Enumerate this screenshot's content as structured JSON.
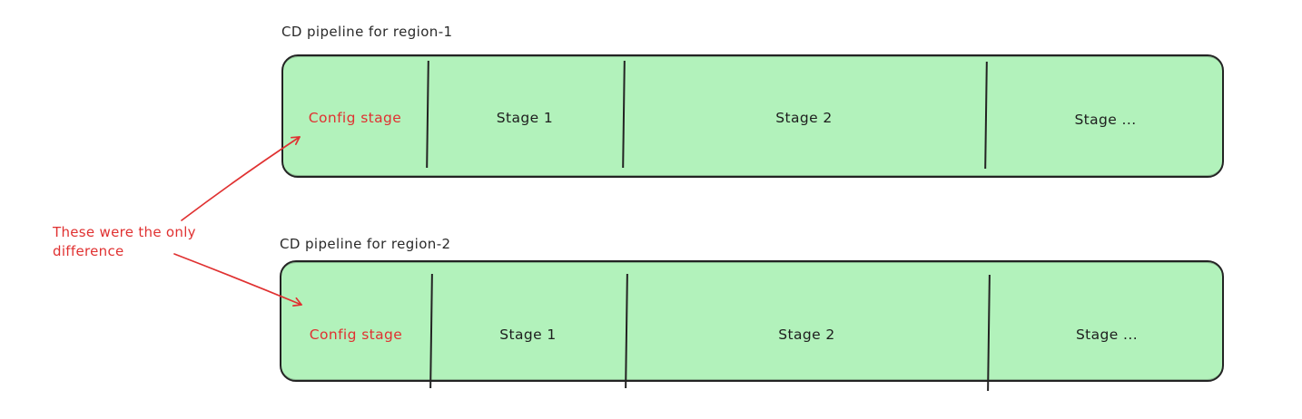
{
  "colors": {
    "pipeline_fill": "#b2f2bb",
    "stroke": "#232323",
    "accent_red": "#e03131",
    "background": "#ffffff"
  },
  "annotation": {
    "line1": "These were the only",
    "line2": "difference"
  },
  "pipelines": [
    {
      "title": "CD pipeline for region-1",
      "stages": [
        {
          "label": "Config stage"
        },
        {
          "label": "Stage 1"
        },
        {
          "label": "Stage 2"
        },
        {
          "label": "Stage ..."
        }
      ]
    },
    {
      "title": "CD pipeline for region-2",
      "stages": [
        {
          "label": "Config stage"
        },
        {
          "label": "Stage 1"
        },
        {
          "label": "Stage 2"
        },
        {
          "label": "Stage ..."
        }
      ]
    }
  ]
}
